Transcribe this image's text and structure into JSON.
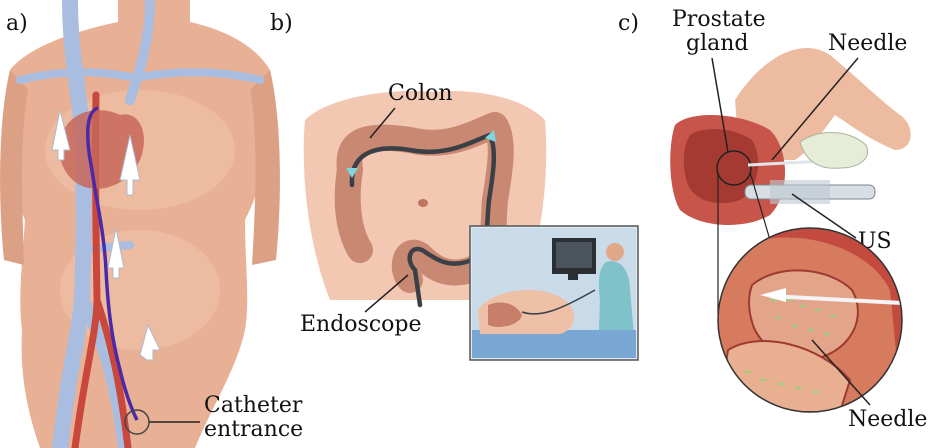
{
  "panels": [
    {
      "id": "a",
      "label": "a)",
      "annotations": [
        "Catheter",
        "entrance"
      ]
    },
    {
      "id": "b",
      "label": "b)",
      "annotations": [
        "Colon",
        "Endoscope"
      ]
    },
    {
      "id": "c",
      "label": "c)",
      "annotations": [
        "Prostate",
        "gland",
        "Needle",
        "US",
        "Needle"
      ]
    }
  ],
  "colors": {
    "skin": "#e9b49a",
    "skin_shadow": "#d99a80",
    "vessel_blue": "#9fb4d8",
    "vessel_red": "#c8443a",
    "catheter": "#4a2aa8",
    "colon": "#c98a74",
    "endoscope": "#3a4046",
    "tissue_red": "#b8483c",
    "needle": "#cfd6dc",
    "ultrasound_bg": "#c9dde8"
  }
}
